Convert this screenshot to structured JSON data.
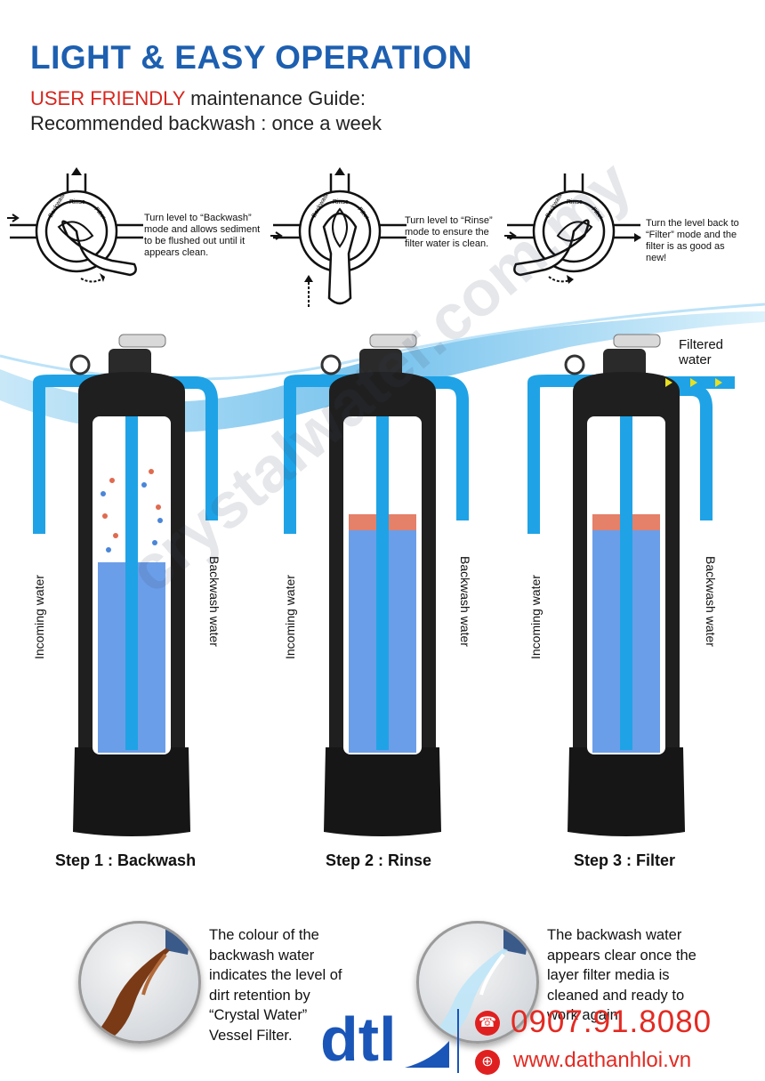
{
  "header": {
    "title": "LIGHT & EASY OPERATION",
    "subtitle_accent": "USER FRIENDLY",
    "subtitle_rest": " maintenance Guide:",
    "subtitle_line2": "Recommended backwash : once a week"
  },
  "valves": [
    {
      "text": "Turn level to “Backwash” mode and allows sediment to be flushed out until it appears clean."
    },
    {
      "text": "Turn level to “Rinse” mode to ensure the filter water is clean."
    },
    {
      "text": "Turn the level back to “Filter” mode and the filter is as good as new!"
    }
  ],
  "valve_dial_labels": {
    "backwash": "Backwash",
    "rinse": "Rinse",
    "filter": "Filter"
  },
  "tank_labels": {
    "incoming": "Incoming water",
    "backwash": "Backwash water",
    "filtered": "Filtered water"
  },
  "steps": [
    {
      "label": "Step 1 : Backwash"
    },
    {
      "label": "Step 2 : Rinse"
    },
    {
      "label": "Step 3 : Filter"
    }
  ],
  "bottom": {
    "left_text": "The colour of the backwash water indicates the level of dirt retention by “Crystal Water” Vessel Filter.",
    "right_text": "The backwash water appears clear once the layer filter media is cleaned and ready to work again."
  },
  "brand": {
    "logo": "dtl",
    "phone": "0907.91.8080",
    "website": "www.dathanhloi.vn",
    "watermark": "crystalwater.com.my"
  },
  "colors": {
    "title_blue": "#1d5fb0",
    "accent_red": "#d7261e",
    "pipe_blue": "#1fa3e6",
    "media_blue": "#3a7de0",
    "tank_black": "#1c1c1c",
    "contact_red": "#e32a22"
  }
}
